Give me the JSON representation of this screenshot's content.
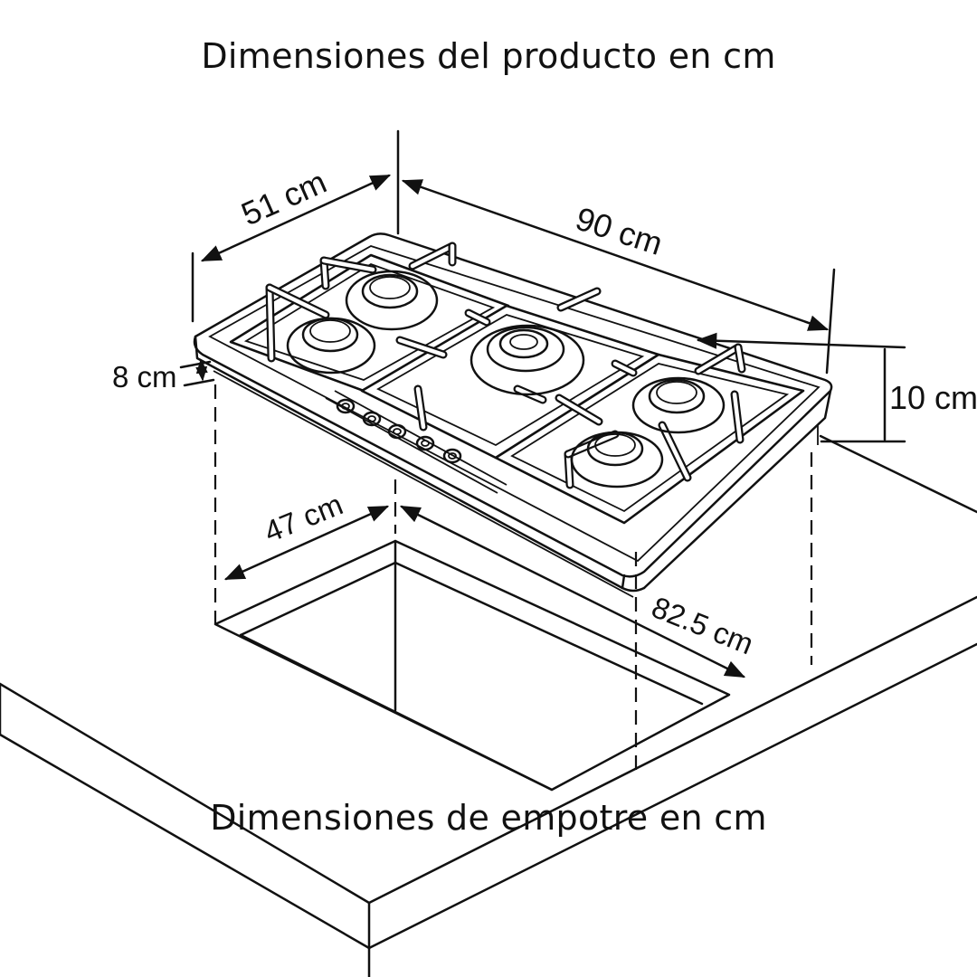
{
  "title_top": "Dimensiones del producto en cm",
  "title_bottom": "Dimensiones de empotre en cm",
  "dimensions": {
    "product_depth": "51 cm",
    "product_width": "90 cm",
    "product_thickness": "8 cm",
    "product_height": "10 cm",
    "cutout_depth": "47 cm",
    "cutout_width": "82.5 cm"
  },
  "components": {
    "burners": 5,
    "control_knobs": 5
  },
  "colors": {
    "line": "#111111",
    "background": "#ffffff"
  }
}
